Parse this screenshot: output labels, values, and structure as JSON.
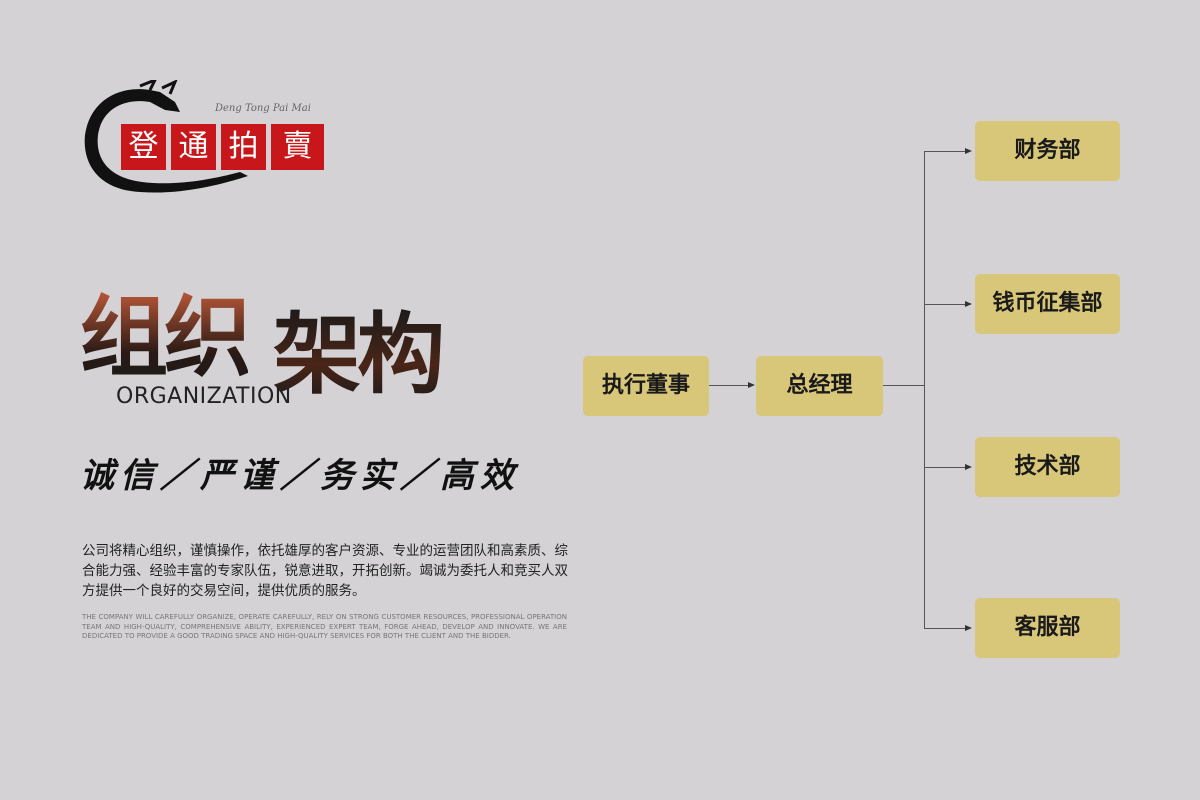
{
  "logo": {
    "seal_chars": [
      "登",
      "通",
      "拍",
      "賣"
    ],
    "english": "Deng Tong Pai Mai"
  },
  "heading": {
    "title_part1": "组织",
    "title_part2": "架构",
    "subtitle": "ORGANIZATION"
  },
  "motto": "诚信／严谨／务实／高效",
  "description": {
    "zh": "公司将精心组织，谨慎操作，依托雄厚的客户资源、专业的运营团队和高素质、综合能力强、经验丰富的专家队伍，锐意进取，开拓创新。竭诚为委托人和竞买人双方提供一个良好的交易空间，提供优质的服务。",
    "en": "THE COMPANY WILL CAREFULLY ORGANIZE, OPERATE CAREFULLY, RELY ON STRONG CUSTOMER RESOURCES, PROFESSIONAL OPERATION TEAM AND HIGH-QUALITY, COMPREHENSIVE ABILITY, EXPERIENCED EXPERT TEAM, FORGE AHEAD, DEVELOP AND INNOVATE. WE ARE DEDICATED TO PROVIDE A GOOD TRADING SPACE AND HIGH-QUALITY SERVICES FOR BOTH THE CLIENT AND THE BIDDER."
  },
  "org_chart": {
    "root": "执行董事",
    "manager": "总经理",
    "departments": [
      "财务部",
      "钱币征集部",
      "技术部",
      "客服部"
    ]
  },
  "colors": {
    "background": "#d4d2d5",
    "box": "#d8c679",
    "seal": "#c8171a"
  }
}
